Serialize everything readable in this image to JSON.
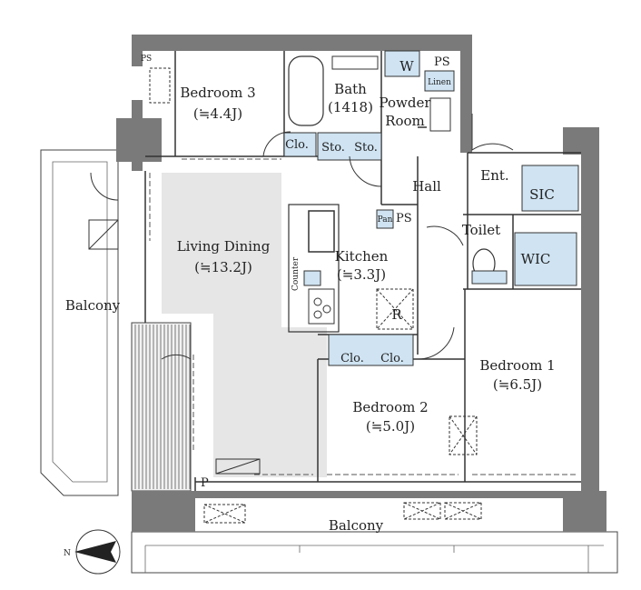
{
  "colors": {
    "wall": "#7a7a7a",
    "fill_ld": "#e6e6e6",
    "storage": "#cfe3f2",
    "line": "#333333"
  },
  "rooms": {
    "bedroom3": {
      "name": "Bedroom 3",
      "size": "(≒4.4J)"
    },
    "bath": {
      "name": "Bath",
      "size": "(1418)"
    },
    "powder": {
      "name": "Powder",
      "name2": "Room"
    },
    "hall": {
      "name": "Hall"
    },
    "entrance": {
      "name": "Ent."
    },
    "living": {
      "name": "Living Dining",
      "size": "(≒13.2J)"
    },
    "kitchen": {
      "name": "Kitchen",
      "size": "(≒3.3J)"
    },
    "toilet": {
      "name": "Toilet"
    },
    "bedroom1": {
      "name": "Bedroom 1",
      "size": "(≒6.5J)"
    },
    "bedroom2": {
      "name": "Bedroom 2",
      "size": "(≒5.0J)"
    },
    "balcony_left": {
      "name": "Balcony"
    },
    "balcony_bottom": {
      "name": "Balcony"
    }
  },
  "storage_labels": {
    "clo_b3": "Clo.",
    "sto1": "Sto.",
    "sto2": "Sto.",
    "sic": "SIC",
    "wic": "WIC",
    "clo_b2a": "Clo.",
    "clo_b2b": "Clo.",
    "linen": "Linen",
    "washer": "W",
    "pan": "Pan",
    "counter": "Counter",
    "fridge": "R"
  },
  "marks": {
    "ps_top_left": "PS",
    "ps_top_right": "PS",
    "ps_kitchen": "PS",
    "p_bottom": "P",
    "north": "N"
  }
}
